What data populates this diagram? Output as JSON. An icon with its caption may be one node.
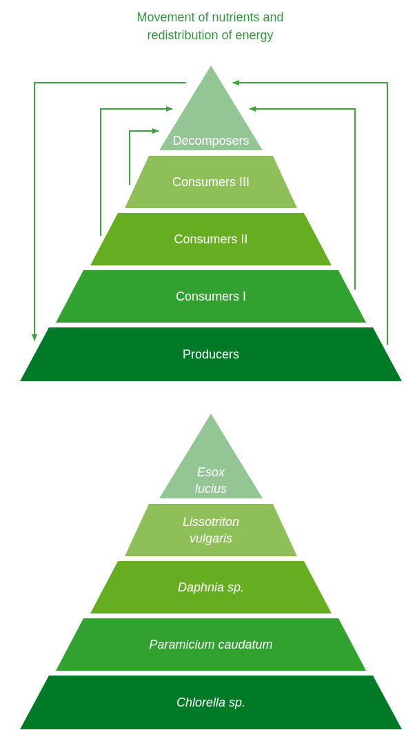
{
  "diagram": {
    "title": "Movement of nutrients and redistribution of energy",
    "nodes": [
      {
        "text": [
          "Decomposers"
        ]
      },
      {
        "text": [
          "Consumers III"
        ]
      },
      {
        "text": [
          "Consumers II"
        ]
      },
      {
        "text": [
          "Consumers I"
        ]
      },
      {
        "text": [
          "Producers"
        ]
      },
      {
        "text": [
          "Esox lucius"
        ]
      },
      {
        "text": [
          "Lissotriton vulgaris"
        ]
      },
      {
        "text": [
          "Daphnia sp."
        ]
      },
      {
        "text": [
          "Paramicium caudatum"
        ]
      },
      {
        "text": [
          "Chlorella sp."
        ]
      }
    ],
    "edges": [
      {
        "from": 4,
        "to": 0,
        "arrow": "to"
      },
      {
        "from": 3,
        "to": 0,
        "arrow": "to"
      },
      {
        "from": 1,
        "to": 0,
        "arrow": "to"
      },
      {
        "from": 2,
        "to": 0,
        "arrow": "to"
      },
      {
        "from": 0,
        "to": 4,
        "arrow": "to"
      }
    ]
  }
}
